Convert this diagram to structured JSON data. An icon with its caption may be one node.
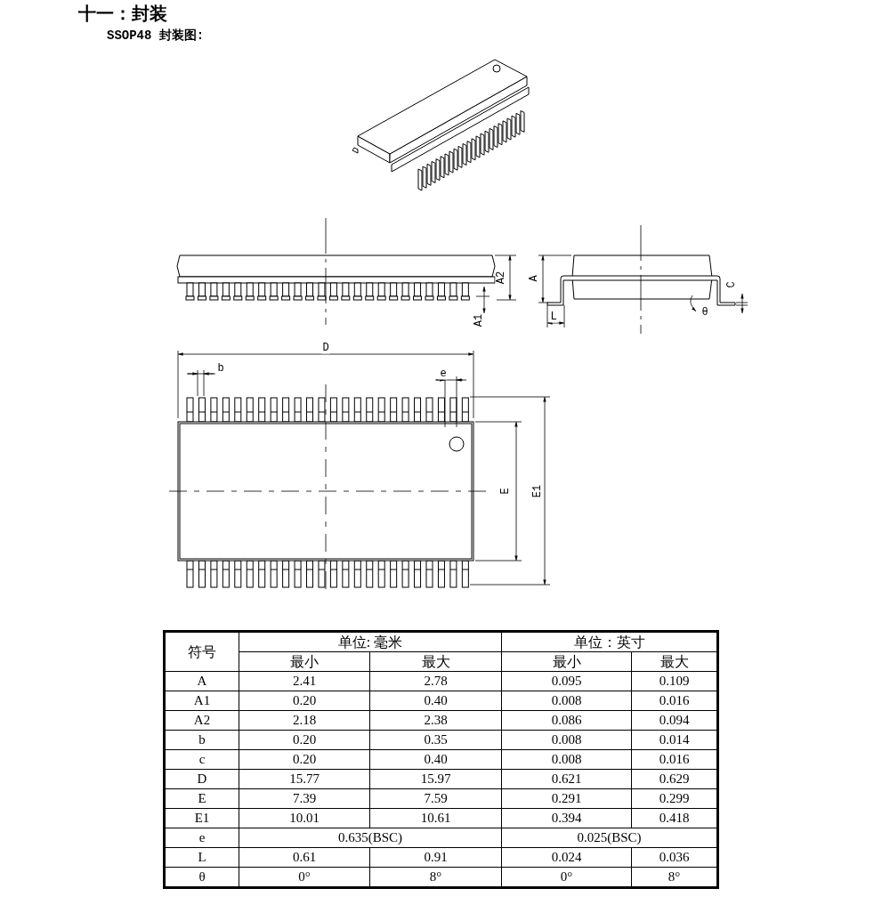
{
  "diagram": {
    "title": "十一：封装",
    "labels": [
      "SSOP48 封装图:",
      "A2",
      "A1",
      "A",
      "L",
      "C",
      "θ",
      "D",
      "b",
      "e",
      "E",
      "E1",
      "符号",
      "单位: 毫米",
      "单位：英寸",
      "最小",
      "最大",
      "最小",
      "最大",
      "A",
      "2.41",
      "2.78",
      "0.095",
      "0.109",
      "A1",
      "0.20",
      "0.40",
      "0.008",
      "0.016",
      "A2",
      "2.18",
      "2.38",
      "0.086",
      "0.094",
      "b",
      "0.20",
      "0.35",
      "0.008",
      "0.014",
      "c",
      "0.20",
      "0.40",
      "0.008",
      "0.016",
      "D",
      "15.77",
      "15.97",
      "0.621",
      "0.629",
      "E",
      "7.39",
      "7.59",
      "0.291",
      "0.299",
      "E1",
      "10.01",
      "10.61",
      "0.394",
      "0.418",
      "e",
      "0.635(BSC)",
      "0.025(BSC)",
      "L",
      "0.61",
      "0.91",
      "0.024",
      "0.036",
      "θ",
      "0°",
      "8°",
      "0°",
      "8°"
    ]
  }
}
